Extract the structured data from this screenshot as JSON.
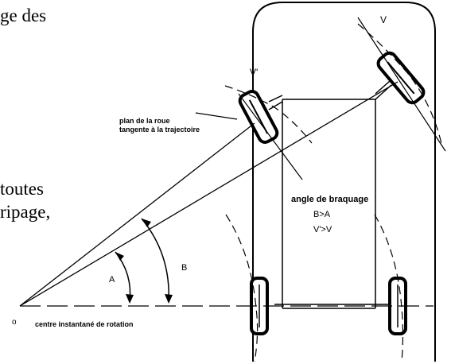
{
  "page": {
    "text_fragments": [
      "ge des",
      "toutes",
      "ripage,"
    ]
  },
  "figure": {
    "wheel_labels": {
      "front_right": "V",
      "front_left": "V'"
    },
    "plane_label_line1": "plan de la roue",
    "plane_label_line2": "tangente à la trajectoire",
    "steering_label": "angle de braquage",
    "relation_1": "B>A",
    "relation_2": "V'>V",
    "angle_small": "A",
    "angle_large": "B",
    "origin_label": "o",
    "origin_caption": "centre instantané de rotation"
  }
}
